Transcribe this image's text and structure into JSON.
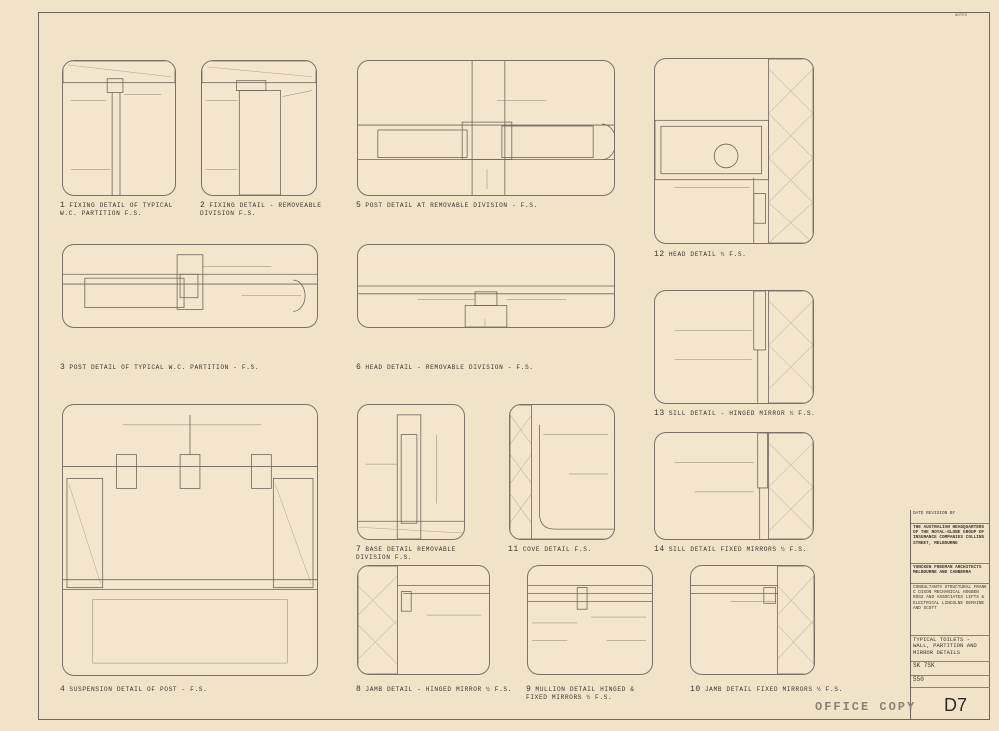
{
  "sheet": {
    "top_note": "NOTES",
    "stamp": "OFFICE COPY",
    "drawing_number": "D7"
  },
  "details": [
    {
      "num": "1",
      "label": "FIXING DETAIL OF TYPICAL\nW.C. PARTITION F.S."
    },
    {
      "num": "2",
      "label": "FIXING DETAIL - REMOVEABLE\nDIVISION F.S."
    },
    {
      "num": "3",
      "label": "POST DETAIL OF TYPICAL W.C. PARTITION - F.S."
    },
    {
      "num": "4",
      "label": "SUSPENSION DETAIL OF POST - F.S."
    },
    {
      "num": "5",
      "label": "POST DETAIL AT REMOVABLE DIVISION - F.S."
    },
    {
      "num": "6",
      "label": "HEAD DETAIL - REMOVABLE DIVISION - F.S."
    },
    {
      "num": "7",
      "label": "BASE DETAIL REMOVABLE\nDIVISION F.S."
    },
    {
      "num": "8",
      "label": "JAMB DETAIL - HINGED MIRROR ½ F.S."
    },
    {
      "num": "9",
      "label": "MULLION DETAIL HINGED &\nFIXED MIRRORS ½ F.S."
    },
    {
      "num": "10",
      "label": "JAMB DETAIL FIXED MIRRORS ½ F.S."
    },
    {
      "num": "11",
      "label": "COVE DETAIL F.S."
    },
    {
      "num": "12",
      "label": "HEAD DETAIL ½ F.S."
    },
    {
      "num": "13",
      "label": "SILL DETAIL - HINGED MIRROR ½ F.S."
    },
    {
      "num": "14",
      "label": "SILL DETAIL FIXED MIRRORS ½ F.S."
    }
  ],
  "title_block": {
    "revision_header": "DATE  REVISION  BY",
    "client": "THE AUSTRALIAN HEADQUARTERS OF THE ROYAL-GLOBE GROUP OF INSURANCE COMPANIES COLLINS STREET, MELBOURNE",
    "architect": "YUNCKEN FREEMAN ARCHITECTS MELBOURNE AND CANBERRA",
    "consultants": "CONSULTANTS STRUCTURAL FRANK C DIXON MECHANICAL HOGBEN ROSS AND ASSOCIATES LIFTS & ELECTRICAL LINCOLNE DEMAINE AND SCOTT",
    "drawing_title": "TYPICAL TOILETS - WALL, PARTITION AND MIRROR DETAILS",
    "scale_ref": "SK 7SK",
    "sheet_ref": "550"
  }
}
